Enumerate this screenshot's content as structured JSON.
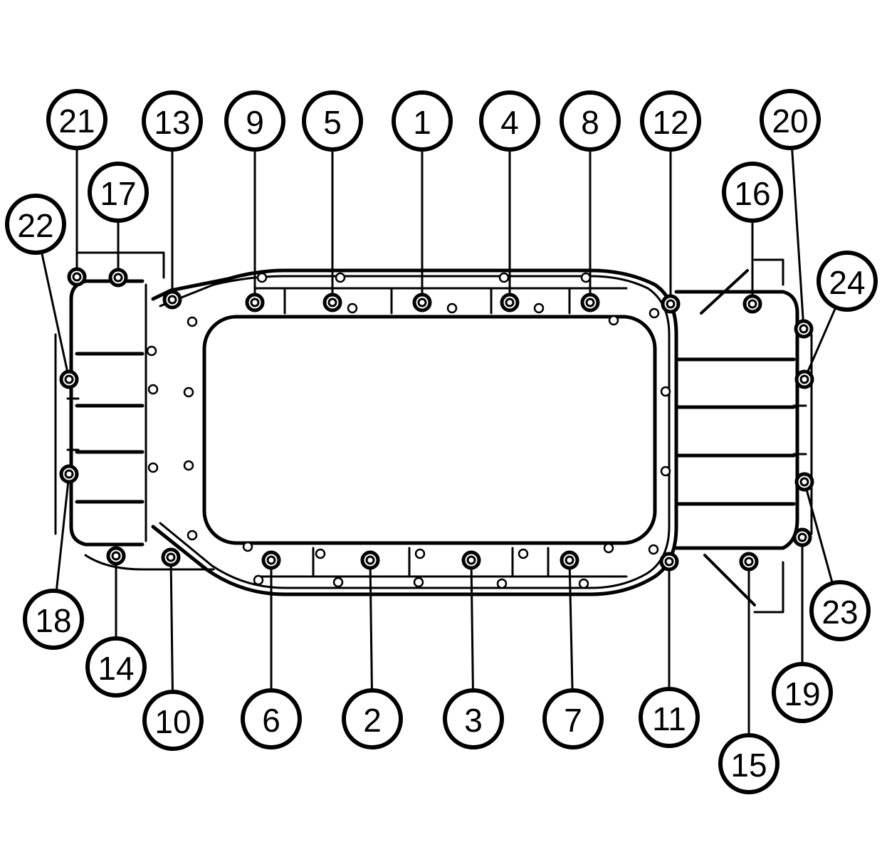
{
  "diagram": {
    "bolt_labels": [
      "1",
      "2",
      "3",
      "4",
      "5",
      "6",
      "7",
      "8",
      "9",
      "10",
      "11",
      "12",
      "13",
      "14",
      "15",
      "16",
      "17",
      "18",
      "19",
      "20",
      "21",
      "22",
      "23",
      "24"
    ]
  }
}
